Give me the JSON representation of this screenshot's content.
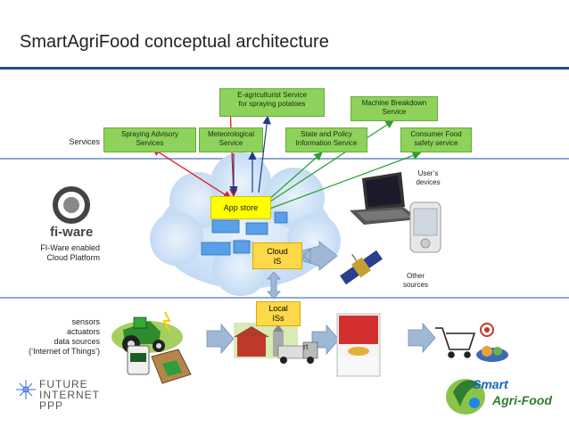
{
  "title": "SmartAgriFood conceptual architecture",
  "layers": {
    "services": "Services",
    "cloud_line1": "FI-Ware enabled",
    "cloud_line2": "Cloud  Platform",
    "iot_line1": "sensors",
    "iot_line2": "actuators",
    "iot_line3": "data sources",
    "iot_line4": "(‘Internet of Things’)"
  },
  "services": {
    "eagri_1": "E-agriculturist Service",
    "eagri_2": "for spraying potatoes",
    "machine_1": "Machine Breakdown",
    "machine_2": "Service",
    "spraying_1": "Spraying Advisory",
    "spraying_2": "Services",
    "meteo_1": "Meteorological",
    "meteo_2": "Service",
    "state_1": "State and Policy",
    "state_2": "Information Service",
    "consumer_1": "Consumer Food",
    "consumer_2": "safety service"
  },
  "platform": {
    "app_store": "App store",
    "cloud_is_1": "Cloud",
    "cloud_is_2": "IS",
    "local_is_1": "Local",
    "local_is_2": "ISs"
  },
  "side": {
    "users_1": "User’s",
    "users_2": "devices",
    "other_1": "Other",
    "other_2": "sources"
  },
  "logos": {
    "fiware": "fi-ware",
    "fi_1": "FUTURE",
    "fi_2": "INTERNET",
    "fi_3": "PPP",
    "smart_1": "Smart",
    "smart_2": "Agri-Food",
    "truck_text": "rt"
  },
  "colors": {
    "title_rule": "#2c4a8c",
    "service_box": "#8dd25a",
    "app_store": "#ffff00",
    "is_box": "#ffd84a",
    "cloud": "#cfe2f7",
    "arrow_red": "#e02020",
    "arrow_blue": "#1f3c88",
    "arrow_green": "#2f9e2f",
    "flow_arrow": "#9fb8d6"
  }
}
